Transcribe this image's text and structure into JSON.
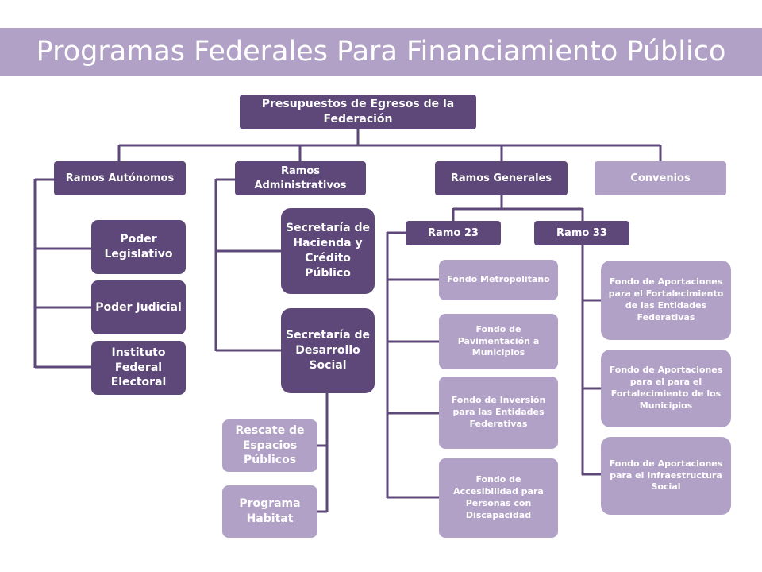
{
  "title": "Programas Federales Para Financiamiento Público",
  "colors": {
    "dark": "#5e4879",
    "light": "#b2a1c7",
    "line": "#5e4879"
  },
  "root": "Presupuestos de Egresos de la Federación",
  "level1": {
    "autonomos": "Ramos Autónomos",
    "administrativos": "Ramos Administrativos",
    "generales": "Ramos Generales",
    "convenios": "Convenios"
  },
  "autonomos_children": [
    "Poder Legislativo",
    "Poder Judicial",
    "Instituto Federal Electoral"
  ],
  "administrativos_children": [
    "Secretaría de Hacienda y Crédito Público",
    "Secretaría de Desarrollo Social"
  ],
  "desarrollo_social_children": [
    "Rescate de Espacios Públicos",
    "Programa Habitat"
  ],
  "generales_children": {
    "ramo23": "Ramo 23",
    "ramo33": "Ramo 33"
  },
  "ramo23_fondos": [
    "Fondo Metropolitano",
    "Fondo de Pavimentación a Municipios",
    "Fondo de Inversión para las Entidades Federativas",
    "Fondo de Accesibilidad para Personas con Discapacidad"
  ],
  "ramo33_fondos": [
    "Fondo de Aportaciones para el Fortalecimiento de las Entidades Federativas",
    "Fondo de Aportaciones para el para el Fortalecimiento de los Municipios",
    "Fondo de Aportaciones para el Infraestructura Social"
  ]
}
